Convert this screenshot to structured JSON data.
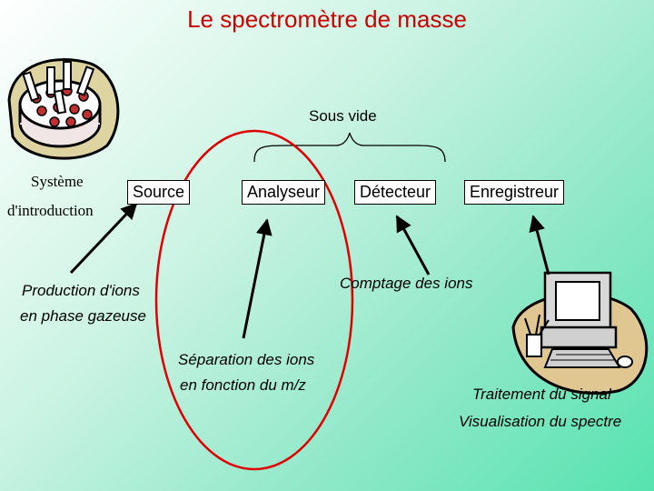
{
  "title": "Le spectromètre de masse",
  "vacuum_label": "Sous vide",
  "inlet": {
    "line1": "Système",
    "line2": "d'introduction"
  },
  "boxes": {
    "source": "Source",
    "analyzer": "Analyseur",
    "detector": "Détecteur",
    "recorder": "Enregistreur"
  },
  "notes": {
    "production": {
      "line1": "Production d'ions",
      "line2": "en phase gazeuse"
    },
    "separation": {
      "line1": "Séparation des ions",
      "line2": "en fonction du m/z"
    },
    "counting": "Comptage des ions",
    "processing": {
      "line1": "Traitement du signal",
      "line2": "Visualisation du spectre"
    }
  },
  "colors": {
    "title": "#cc0000",
    "highlight_ellipse": "#e00000"
  },
  "icons": {
    "sample_tray": "sample-tray-clipart",
    "computer": "computer-clipart"
  }
}
